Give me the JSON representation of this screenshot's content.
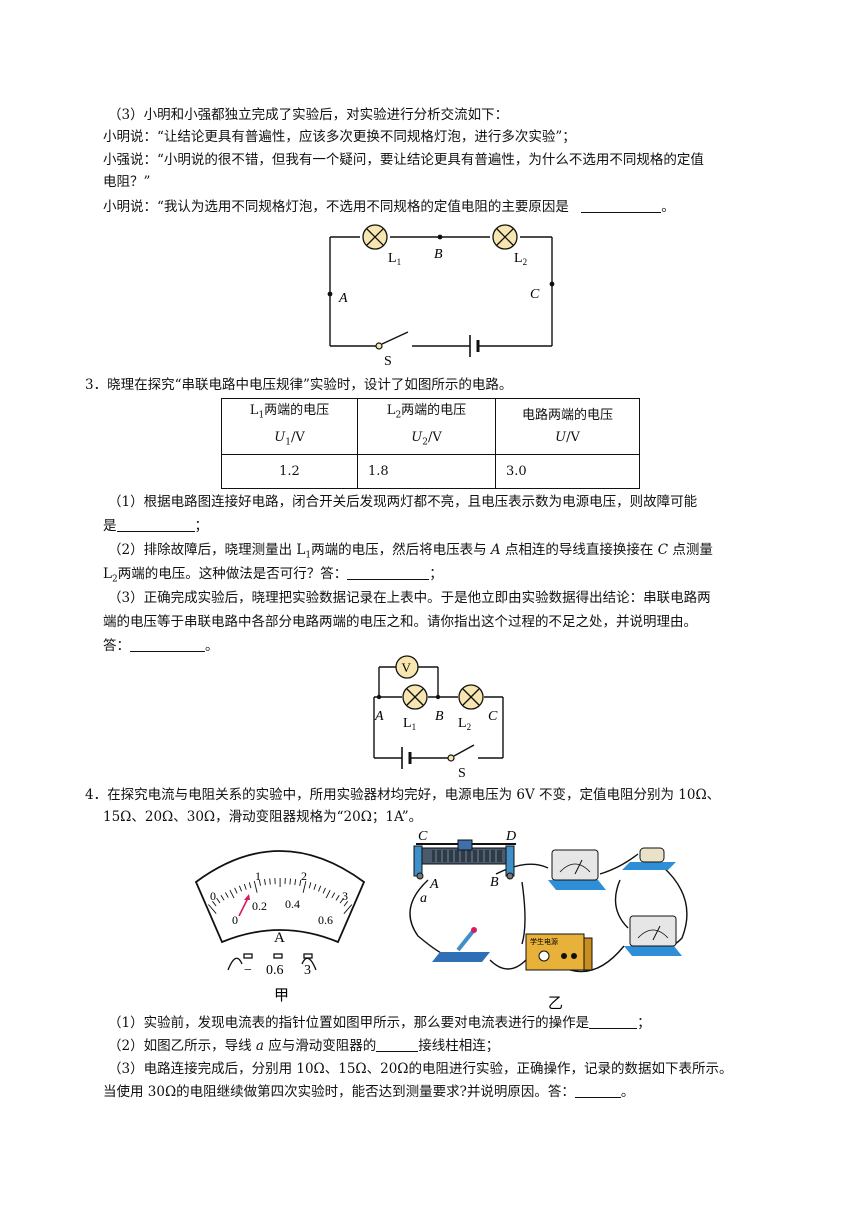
{
  "q2": {
    "part3_intro": "（3）小明和小强都独立完成了实验后，对实验进行分析交流如下：",
    "xiaoming1": "小明说：“让结论更具有普遍性，应该多次更换不同规格灯泡，进行多次实验”；",
    "xiaoqiang_a": "小强说：“小明说的很不错，但我有一个疑问，要让结论更具有普遍性，为什么不选用不同规格的定值",
    "xiaoqiang_b": "电阻？”",
    "xiaoming2": "小明说：“我认为选用不同规格灯泡，不选用不同规格的定值电阻的主要原因是",
    "end_mark": "。",
    "fig": {
      "l1": "L",
      "l1_sub": "1",
      "l2": "L",
      "l2_sub": "2",
      "b": "B",
      "a": "A",
      "c": "C",
      "s": "S"
    }
  },
  "q3": {
    "number": "3．",
    "stem": "晓理在探究“串联电路中电压规律”实验时，设计了如图所示的电路。",
    "table": {
      "headers": [
        {
          "line1_pre": "L",
          "line1_sub": "1",
          "line1_post": "两端的电压",
          "sym": "U",
          "sym_sub": "1",
          "unit": "/V"
        },
        {
          "line1_pre": "L",
          "line1_sub": "2",
          "line1_post": "两端的电压",
          "sym": "U",
          "sym_sub": "2",
          "unit": "/V"
        },
        {
          "line1_pre": "电路两端的电压",
          "line1_sub": "",
          "line1_post": "",
          "sym": "U",
          "sym_sub": "",
          "unit": "/V"
        }
      ],
      "values": [
        "1.2",
        "1.8",
        "3.0"
      ]
    },
    "p1_a": "（1）根据电路图连接好电路，闭合开关后发现两灯都不亮，且电压表示数为电源电压，则故障可能",
    "p1_b": "是",
    "p1_end": "；",
    "p2_a_pre": "（2）排除故障后，晓理测量出 L",
    "p2_a_sub": "1",
    "p2_a_mid": "两端的电压，然后将电压表与",
    "p2_a_A": "A",
    "p2_a_mid2": "点相连的导线直接换接在",
    "p2_a_C": "C",
    "p2_a_post": "点测量",
    "p2_b_pre": "L",
    "p2_b_sub": "2",
    "p2_b_post": "两端的电压。这种做法是否可行？答：",
    "p2_end": "；",
    "p3_a": "（3）正确完成实验后，晓理把实验数据记录在上表中。于是他立即由实验数据得出结论：串联电路两",
    "p3_b": "端的电压等于串联电路中各部分电路两端的电压之和。请你指出这个过程的不足之处，并说明理由。",
    "p3_c": "答：",
    "p3_end": "。",
    "fig": {
      "v": "V",
      "a": "A",
      "b": "B",
      "c": "C",
      "l1": "L",
      "l1_sub": "1",
      "l2": "L",
      "l2_sub": "2",
      "s": "S"
    }
  },
  "q4": {
    "number": "4．",
    "stem_a": "在探究电流与电阻关系的实验中，所用实验器材均完好，电源电压为 6V 不变，定值电阻分别为 10Ω、",
    "stem_b": "15Ω、20Ω、30Ω，滑动变阻器规格为“20Ω；1A”。",
    "meter": {
      "upper_ticks": [
        "0",
        "1",
        "2",
        "3"
      ],
      "lower_ticks": [
        "0",
        "0.2",
        "0.4",
        "0.6"
      ],
      "unit": "A",
      "terminals": [
        "−",
        "0.6",
        "3"
      ],
      "caption": "甲"
    },
    "setup": {
      "c": "C",
      "d": "D",
      "a": "A",
      "b": "B",
      "wire": "a",
      "supply": "学生电源",
      "caption": "乙"
    },
    "p1": "（1）实验前，发现电流表的指针位置如图甲所示，那么要对电流表进行的操作是",
    "p1_end": "；",
    "p2_pre": "（2）如图乙所示，导线",
    "p2_a": "a",
    "p2_post": "应与滑动变阻器的",
    "p2_end": "接线柱相连；",
    "p3_a": "（3）电路连接完成后，分别用 10Ω、15Ω、20Ω的电阻进行实验，正确操作，记录的数据如下表所示。",
    "p3_b": "当使用 30Ω的电阻继续做第四次实验时，能否达到测量要求?并说明原因。答：",
    "p3_end": "。"
  }
}
